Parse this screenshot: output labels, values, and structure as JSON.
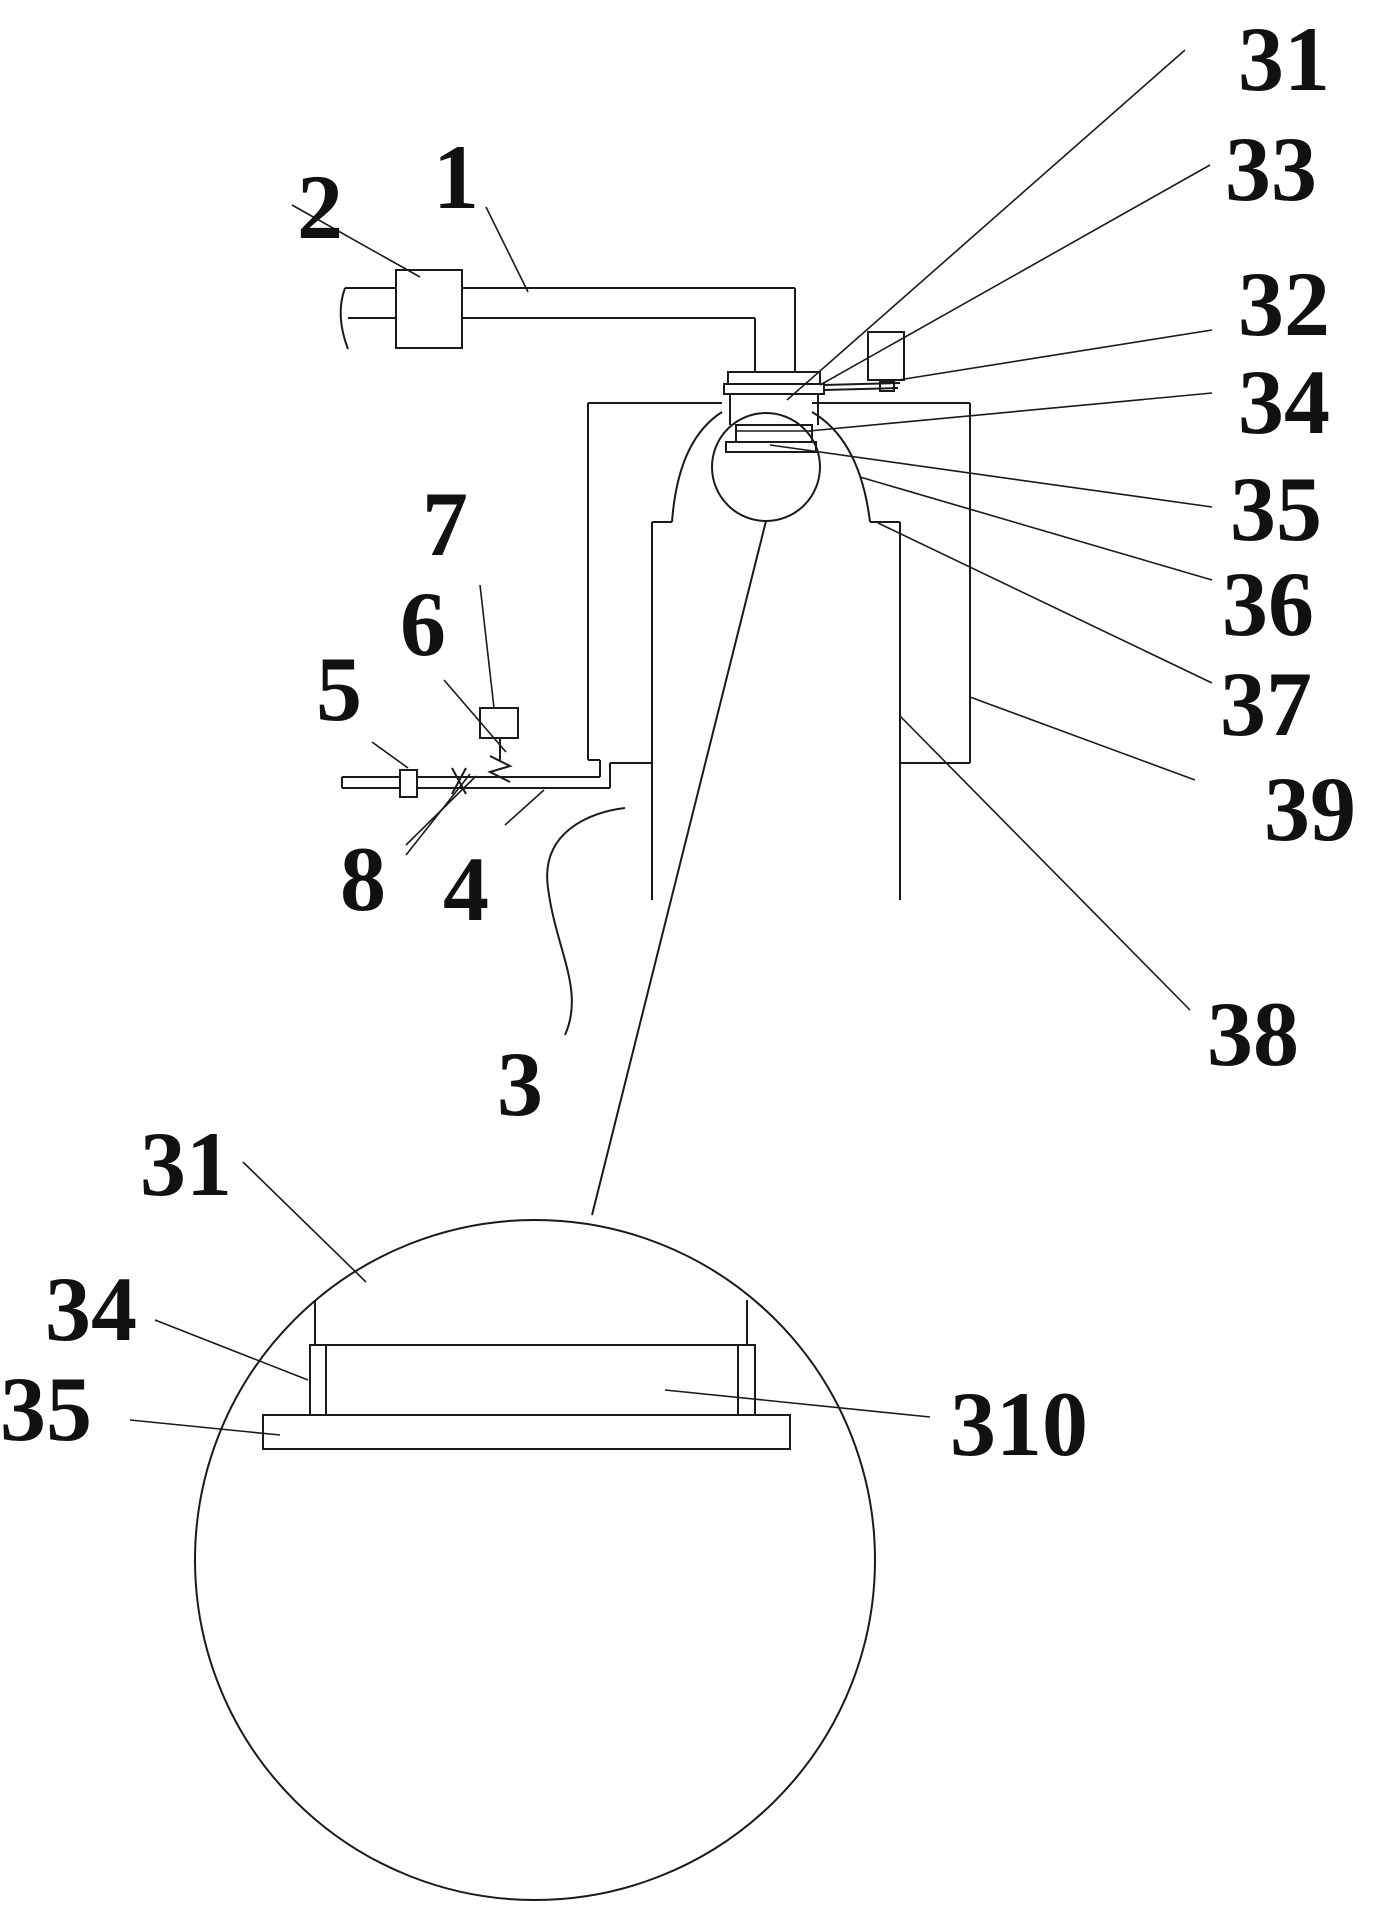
{
  "figure": {
    "labels": {
      "l1": "1",
      "l2": "2",
      "l3": "3",
      "l4": "4",
      "l5": "5",
      "l6": "6",
      "l7": "7",
      "l8": "8",
      "l31": "31",
      "l32": "32",
      "l33": "33",
      "l34": "34",
      "l35": "35",
      "l36": "36",
      "l37": "37",
      "l38": "38",
      "l39": "39",
      "d31": "31",
      "d34": "34",
      "d35": "35",
      "d310": "310"
    }
  }
}
